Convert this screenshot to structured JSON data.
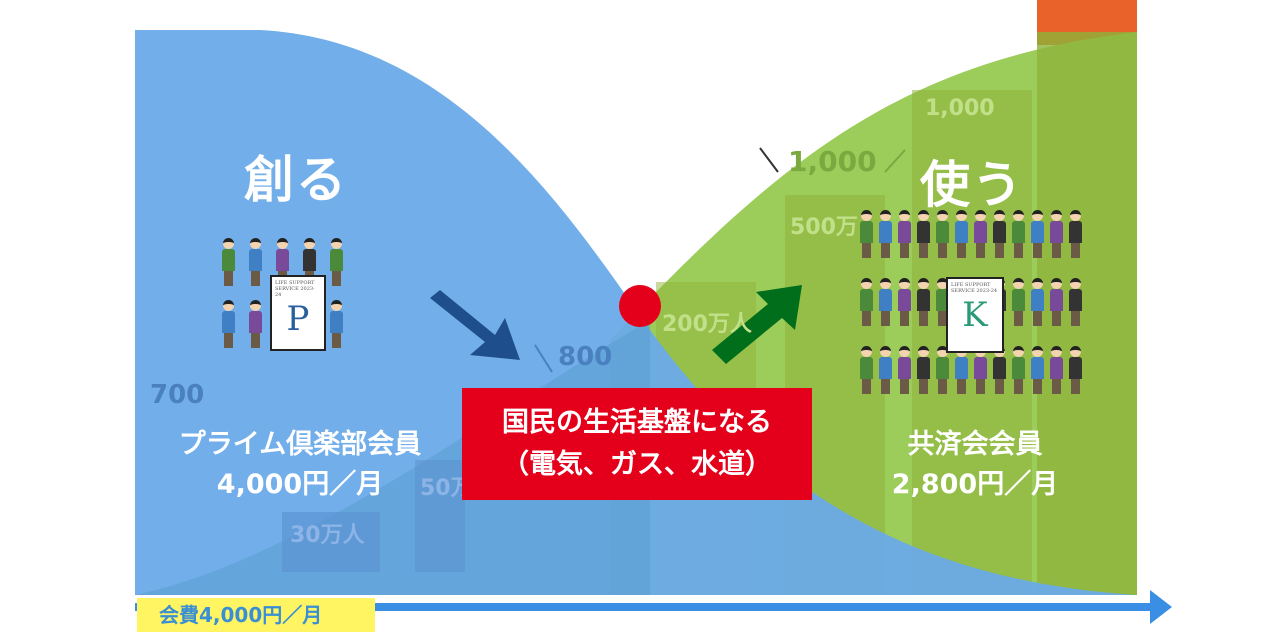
{
  "left": {
    "heading": "創る",
    "member_name": "プライム倶楽部会員",
    "member_fee": "4,000円／月",
    "card_letter": "P",
    "card_title": "LIFE SUPPORT SERVICE",
    "card_year": "2023-24"
  },
  "right": {
    "heading": "使う",
    "member_name": "共済会会員",
    "member_fee": "2,800円／月",
    "card_letter": "K",
    "card_title": "LIFE SUPPORT SERVICE",
    "card_year": "2023-24"
  },
  "center": {
    "line1": "国民の生活基盤になる",
    "line2": "（電気、ガス、水道）"
  },
  "axis_label": "会費4,000円／月",
  "faded_labels": {
    "l30": "30万人",
    "l50": "50万",
    "l200": "200万人",
    "l500": "500万",
    "l1000top": "1,000",
    "n700": "700",
    "n800": "800",
    "n1000": "1,000"
  },
  "colors": {
    "blue": "#6aaae8",
    "green": "#9ccc5a",
    "red": "#e4001b",
    "orange": "#e8622a",
    "yellow": "#fff461"
  }
}
